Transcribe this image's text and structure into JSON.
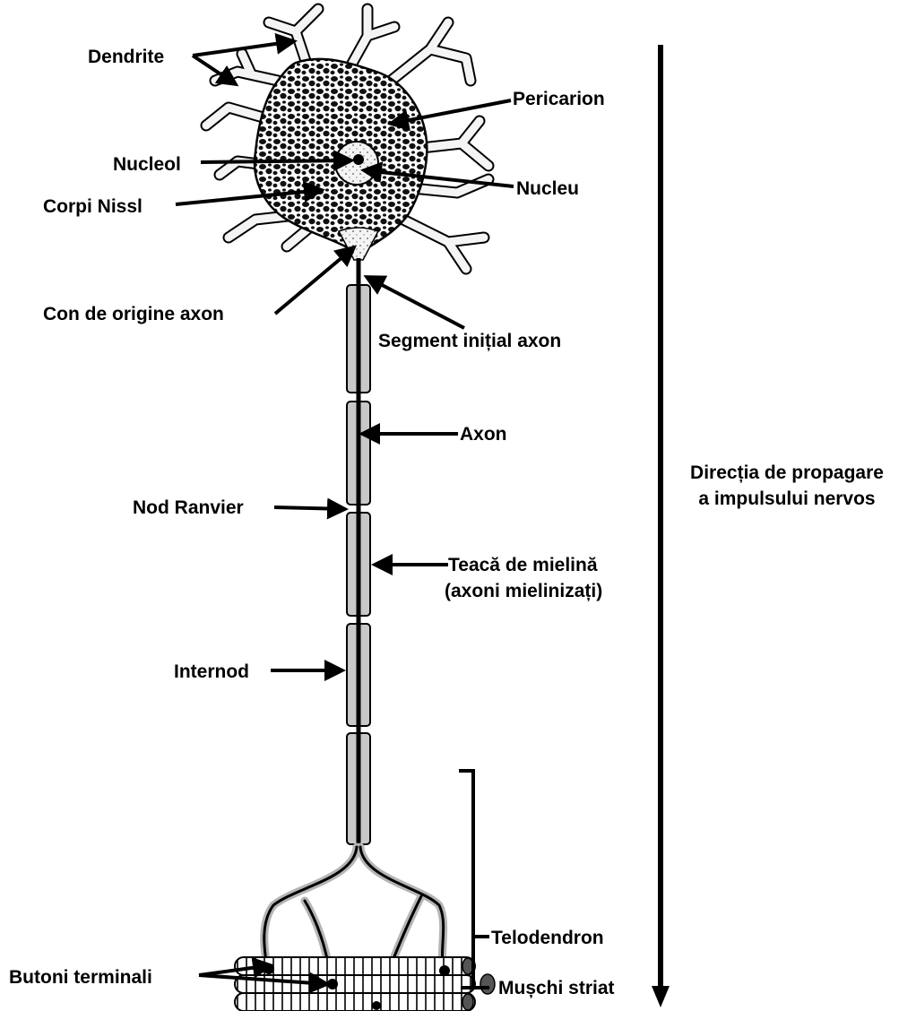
{
  "labels": {
    "dendrite": "Dendrite",
    "pericarion": "Pericarion",
    "nucleol": "Nucleol",
    "nucleu": "Nucleu",
    "corpi_nissl": "Corpi Nissl",
    "con_origine": "Con de origine axon",
    "segment_initial": "Segment inițial axon",
    "axon": "Axon",
    "nod_ranvier": "Nod Ranvier",
    "teaca_line1": "Teacă de mielină",
    "teaca_line2": "(axoni mielinizați)",
    "internod": "Internod",
    "telodendron": "Telodendron",
    "butoni": "Butoni terminali",
    "muschi": "Mușchi striat",
    "directie_line1": "Direcția de propagare",
    "directie_line2": "a impulsului nervos"
  },
  "colors": {
    "ink": "#000000",
    "myelin": "#c8c8c8",
    "cell_fill": "#f2f2f2",
    "nissl": "#111111",
    "glow": "#b5b5b5"
  }
}
